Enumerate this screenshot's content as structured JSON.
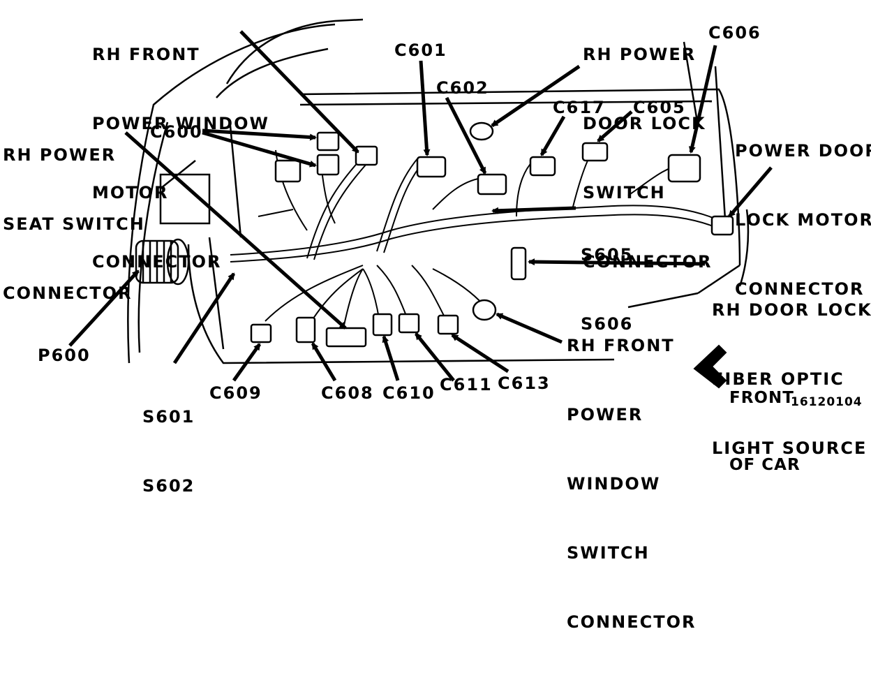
{
  "labels": {
    "rh_front_power_window_motor_connector": [
      "RH FRONT",
      "POWER WINDOW",
      "MOTOR",
      "CONNECTOR"
    ],
    "rh_power_seat_switch_connector": [
      "RH POWER",
      "SEAT SWITCH",
      "CONNECTOR"
    ],
    "c600": "C600",
    "c601": "C601",
    "c602": "C602",
    "rh_power_door_lock_switch_connector": [
      "RH POWER",
      "DOOR LOCK",
      "SWITCH",
      "CONNECTOR"
    ],
    "c606": "C606",
    "c617": "C617",
    "c605": "C605",
    "power_door_lock_motor_connector": [
      "POWER DOOR",
      "LOCK MOTOR",
      "CONNECTOR"
    ],
    "s605_s606": [
      "S605",
      "S606"
    ],
    "rh_door_lock_fiber_optic_light_source": [
      "RH DOOR LOCK",
      "FIBER OPTIC",
      "LIGHT SOURCE"
    ],
    "rh_front_power_window_switch_connector": [
      "RH FRONT",
      "POWER",
      "WINDOW",
      "SWITCH",
      "CONNECTOR"
    ],
    "p600": "P600",
    "s601_s602": [
      "S601",
      "S602"
    ],
    "c609": "C609",
    "c608": "C608",
    "c610": "C610",
    "c611": "C611",
    "c613": "C613",
    "front_of_car": [
      "FRONT",
      "OF CAR"
    ]
  },
  "figure_number": "16120104"
}
